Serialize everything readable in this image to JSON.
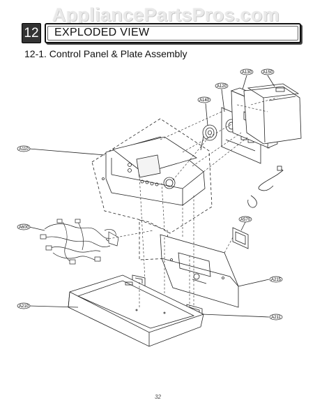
{
  "watermark": "AppliancePartsPros.com",
  "header": {
    "section_number": "12",
    "title": "EXPLODED VIEW"
  },
  "subtitle": "12-1. Control Panel & Plate Assembly",
  "parts": {
    "a110": "A110",
    "a120": "A120",
    "a130": "A130",
    "a140": "A140",
    "a150": "A150",
    "a210": "A210",
    "a211": "A211",
    "a215": "A215",
    "a570": "A570",
    "a600": "A600"
  },
  "page_number": "32"
}
